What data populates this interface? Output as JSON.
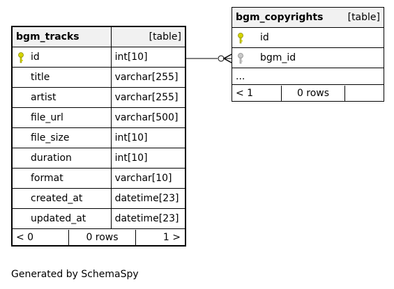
{
  "tables": {
    "bgm_tracks": {
      "name": "bgm_tracks",
      "kind": "[table]",
      "columns": [
        {
          "name": "id",
          "type": "int[10]",
          "pk": true
        },
        {
          "name": "title",
          "type": "varchar[255]"
        },
        {
          "name": "artist",
          "type": "varchar[255]"
        },
        {
          "name": "file_url",
          "type": "varchar[500]"
        },
        {
          "name": "file_size",
          "type": "int[10]"
        },
        {
          "name": "duration",
          "type": "int[10]"
        },
        {
          "name": "format",
          "type": "varchar[10]"
        },
        {
          "name": "created_at",
          "type": "datetime[23]"
        },
        {
          "name": "updated_at",
          "type": "datetime[23]"
        }
      ],
      "footer": {
        "left": "< 0",
        "rows": "0 rows",
        "right": "1 >"
      }
    },
    "bgm_copyrights": {
      "name": "bgm_copyrights",
      "kind": "[table]",
      "columns": [
        {
          "name": "id",
          "pk": true
        },
        {
          "name": "bgm_id",
          "fk": true
        }
      ],
      "more": "...",
      "footer": {
        "left": "< 1",
        "rows": "0 rows",
        "right": ""
      }
    }
  },
  "generated_by": "Generated by SchemaSpy",
  "colors": {
    "pk_key": "#d4d400",
    "fk_key": "#b0b0b0",
    "header_bg": "#f1f1f1"
  }
}
